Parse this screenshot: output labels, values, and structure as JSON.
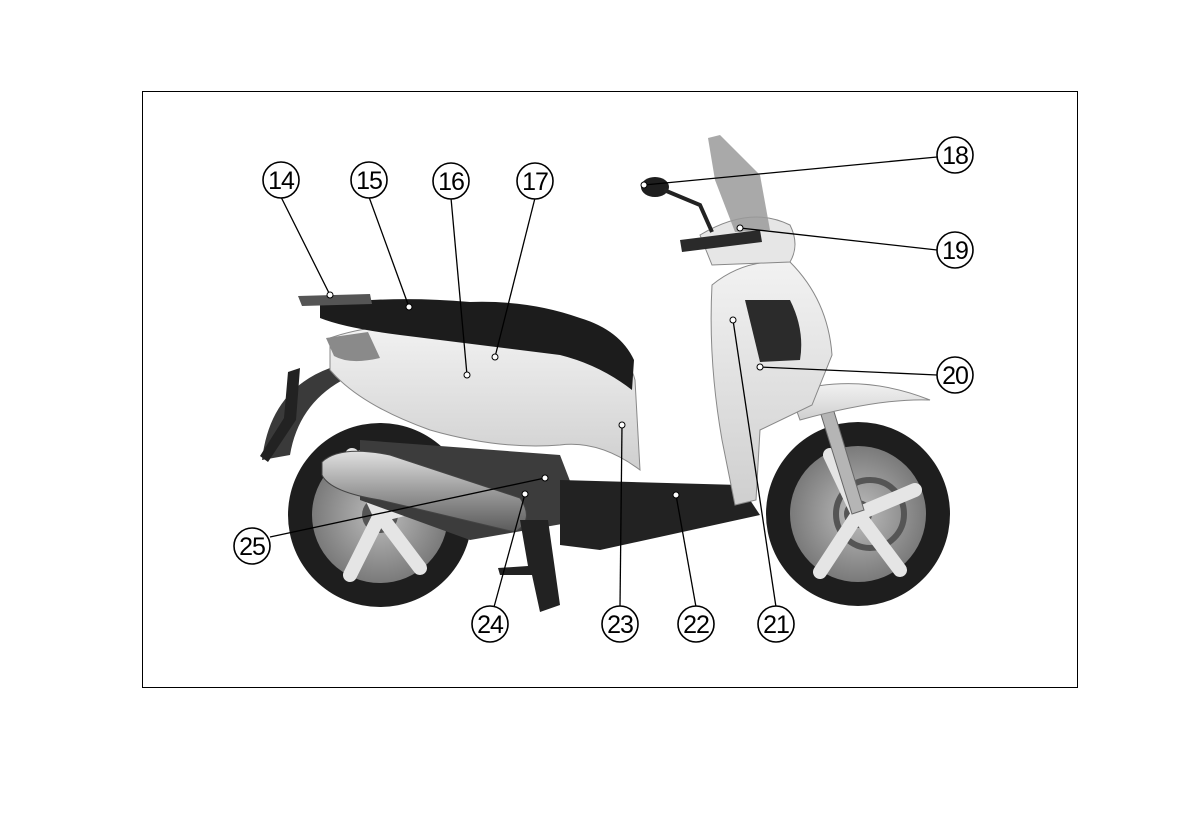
{
  "figure": {
    "illustration": "scooter-side-view",
    "callouts": [
      {
        "id": "c14",
        "label": "14"
      },
      {
        "id": "c15",
        "label": "15"
      },
      {
        "id": "c16",
        "label": "16"
      },
      {
        "id": "c17",
        "label": "17"
      },
      {
        "id": "c18",
        "label": "18"
      },
      {
        "id": "c19",
        "label": "19"
      },
      {
        "id": "c20",
        "label": "20"
      },
      {
        "id": "c21",
        "label": "21"
      },
      {
        "id": "c22",
        "label": "22"
      },
      {
        "id": "c23",
        "label": "23"
      },
      {
        "id": "c24",
        "label": "24"
      },
      {
        "id": "c25",
        "label": "25"
      }
    ]
  }
}
